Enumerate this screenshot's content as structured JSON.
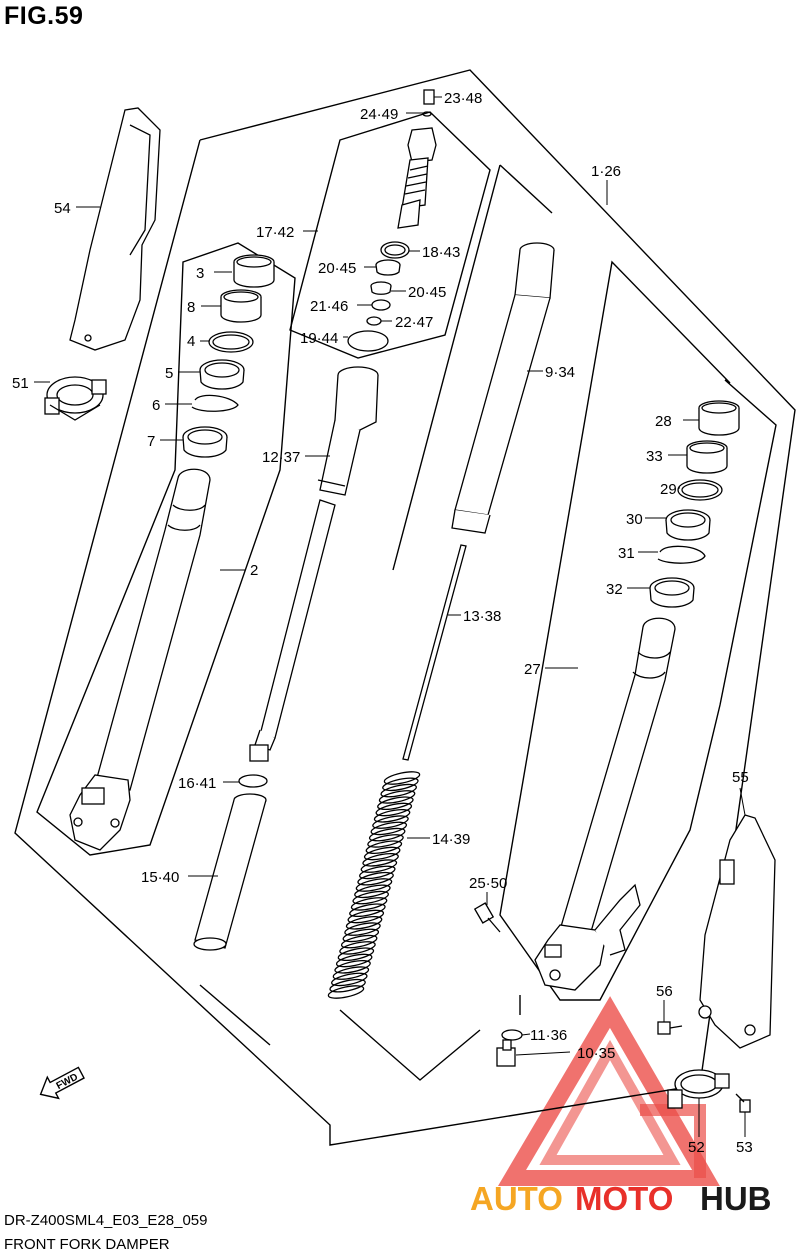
{
  "figure": {
    "title": "FIG.59",
    "model_code": "DR-Z400SML4_E03_E28_059",
    "name": "FRONT FORK DAMPER"
  },
  "direction_arrow": {
    "label": "FWD",
    "icon": "fwd-arrow-icon"
  },
  "watermark": {
    "brand_part1": "AUTO",
    "brand_part2": "MOTO",
    "brand_part3": "HUB",
    "color_red": "#e8302a",
    "color_orange": "#f5a623",
    "color_dark": "#1a1a1a"
  },
  "callouts": [
    {
      "id": "c1-26",
      "text": "1·26"
    },
    {
      "id": "c2",
      "text": "2"
    },
    {
      "id": "c3",
      "text": "3"
    },
    {
      "id": "c4",
      "text": "4"
    },
    {
      "id": "c5",
      "text": "5"
    },
    {
      "id": "c6",
      "text": "6"
    },
    {
      "id": "c7",
      "text": "7"
    },
    {
      "id": "c8",
      "text": "8"
    },
    {
      "id": "c9-34",
      "text": "9·34"
    },
    {
      "id": "c10-35",
      "text": "10·35"
    },
    {
      "id": "c11-36",
      "text": "11·36"
    },
    {
      "id": "c12-37",
      "text": "12·37"
    },
    {
      "id": "c13-38",
      "text": "13·38"
    },
    {
      "id": "c14-39",
      "text": "14·39"
    },
    {
      "id": "c15-40",
      "text": "15·40"
    },
    {
      "id": "c16-41",
      "text": "16·41"
    },
    {
      "id": "c17-42",
      "text": "17·42"
    },
    {
      "id": "c18-43",
      "text": "18·43"
    },
    {
      "id": "c19-44",
      "text": "19·44"
    },
    {
      "id": "c20-45a",
      "text": "20·45"
    },
    {
      "id": "c20-45b",
      "text": "20·45"
    },
    {
      "id": "c21-46",
      "text": "21·46"
    },
    {
      "id": "c22-47",
      "text": "22·47"
    },
    {
      "id": "c23-48",
      "text": "23·48"
    },
    {
      "id": "c24-49",
      "text": "24·49"
    },
    {
      "id": "c25-50",
      "text": "25·50"
    },
    {
      "id": "c27",
      "text": "27"
    },
    {
      "id": "c28",
      "text": "28"
    },
    {
      "id": "c29",
      "text": "29"
    },
    {
      "id": "c30",
      "text": "30"
    },
    {
      "id": "c31",
      "text": "31"
    },
    {
      "id": "c32",
      "text": "32"
    },
    {
      "id": "c33",
      "text": "33"
    },
    {
      "id": "c51",
      "text": "51"
    },
    {
      "id": "c52",
      "text": "52"
    },
    {
      "id": "c53",
      "text": "53"
    },
    {
      "id": "c54",
      "text": "54"
    },
    {
      "id": "c55",
      "text": "55"
    },
    {
      "id": "c56",
      "text": "56"
    }
  ]
}
